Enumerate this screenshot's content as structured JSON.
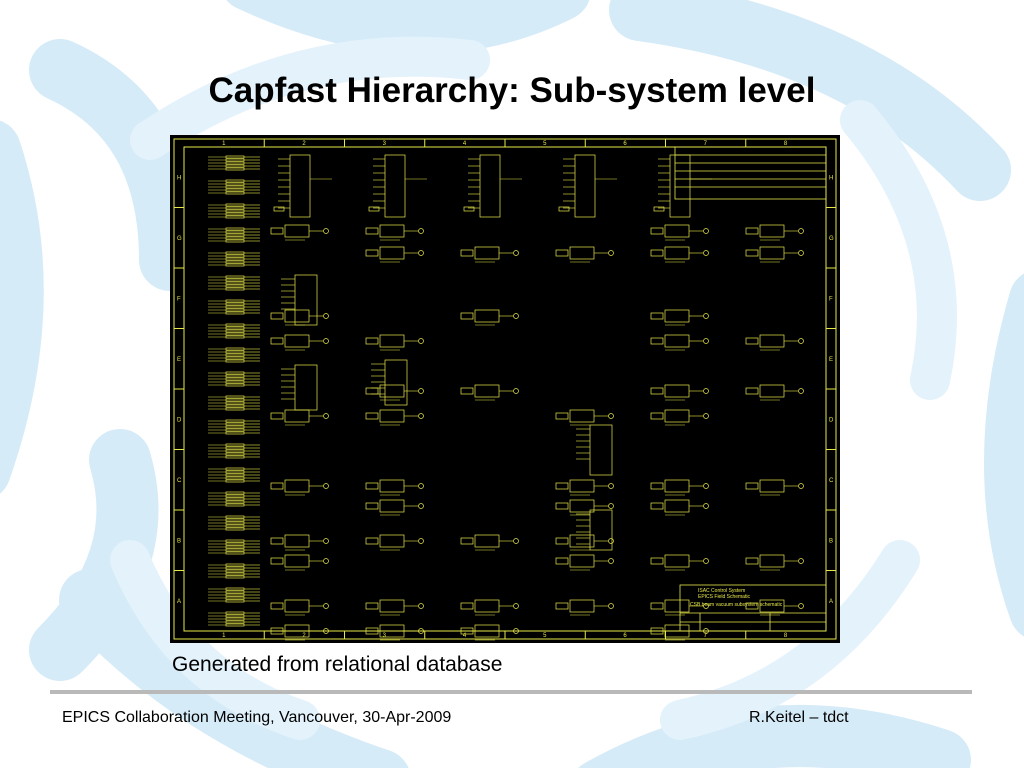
{
  "slide": {
    "title": "Capfast Hierarchy: Sub-system level",
    "caption": "Generated from relational database",
    "footer_left": "EPICS Collaboration Meeting, Vancouver, 30-Apr-2009",
    "footer_right": "R.Keitel – tdct"
  },
  "schematic": {
    "column_labels": [
      "1",
      "2",
      "3",
      "4",
      "5",
      "6",
      "7",
      "8"
    ],
    "row_labels": [
      "H",
      "G",
      "F",
      "E",
      "D",
      "C",
      "B",
      "A"
    ],
    "title_block_lines": [
      "ISAC Control System",
      "EPICS Field Schematic",
      "CSB beam vacuum subsystem schematic"
    ],
    "line_color": "#e8e84a",
    "background_color": "#000000"
  },
  "colors": {
    "background_decoration": "#d6ebf8",
    "footer_rule": "#b9b9b9"
  }
}
